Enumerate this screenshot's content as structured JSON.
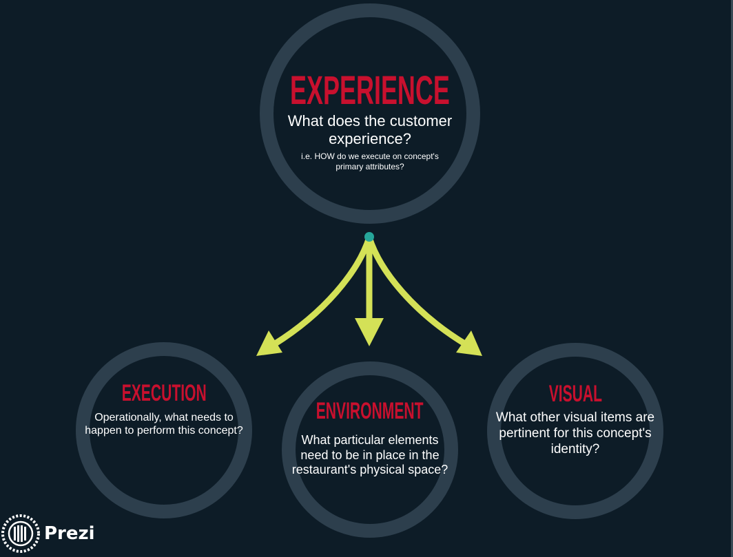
{
  "experience": {
    "title": "EXPERIENCE",
    "question": "What does the customer experience?",
    "note": "i.e. HOW do we execute on concept's primary attributes?"
  },
  "execution": {
    "title": "EXECUTION",
    "question": "Operationally, what needs to happen to perform this concept?"
  },
  "environment": {
    "title": "ENVIRONMENT",
    "question": "What particular elements need to be in place in the restaurant's physical space?"
  },
  "visual": {
    "title": "VISUAL",
    "question": "What other visual items are pertinent for this concept's identity?"
  },
  "logo": {
    "wordmark": "Prezi",
    "icon": "prezi-logo-icon"
  },
  "colors": {
    "background": "#0d1c27",
    "ring": "#2d3f4d",
    "title": "#c8102e",
    "arrow": "#d4e157",
    "node": "#26a69a"
  }
}
